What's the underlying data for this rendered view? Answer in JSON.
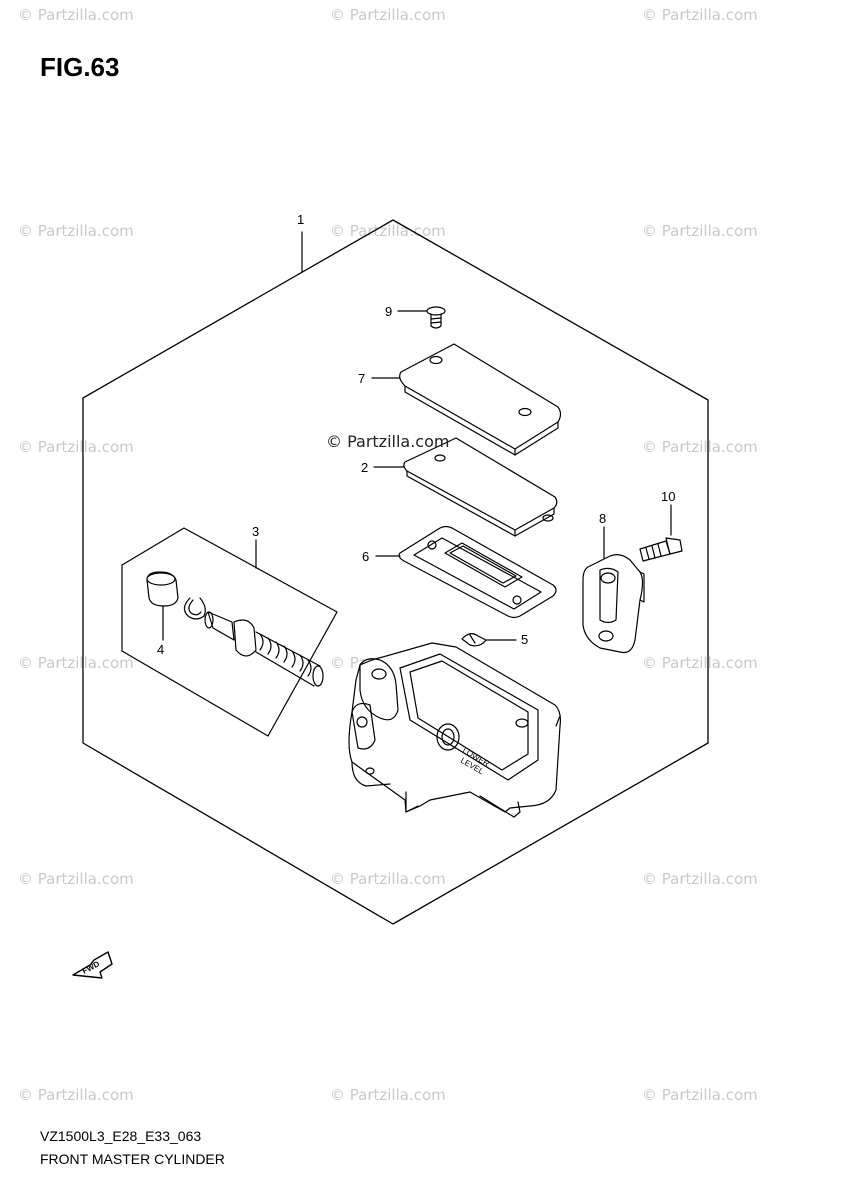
{
  "figure": {
    "title": "FIG.63"
  },
  "watermark": {
    "text": "© Partzilla.com",
    "center_text": "© Partzilla.com"
  },
  "callouts": {
    "c1": "1",
    "c2": "2",
    "c3": "3",
    "c4": "4",
    "c5": "5",
    "c6": "6",
    "c7": "7",
    "c8": "8",
    "c9": "9",
    "c10": "10"
  },
  "reservoir_cast": {
    "line1": "LOWER",
    "line2": "LEVEL"
  },
  "direction": {
    "label": "FWD"
  },
  "footer": {
    "model_code": "VZ1500L3_E28_E33_063",
    "section_name": "FRONT MASTER CYLINDER"
  }
}
